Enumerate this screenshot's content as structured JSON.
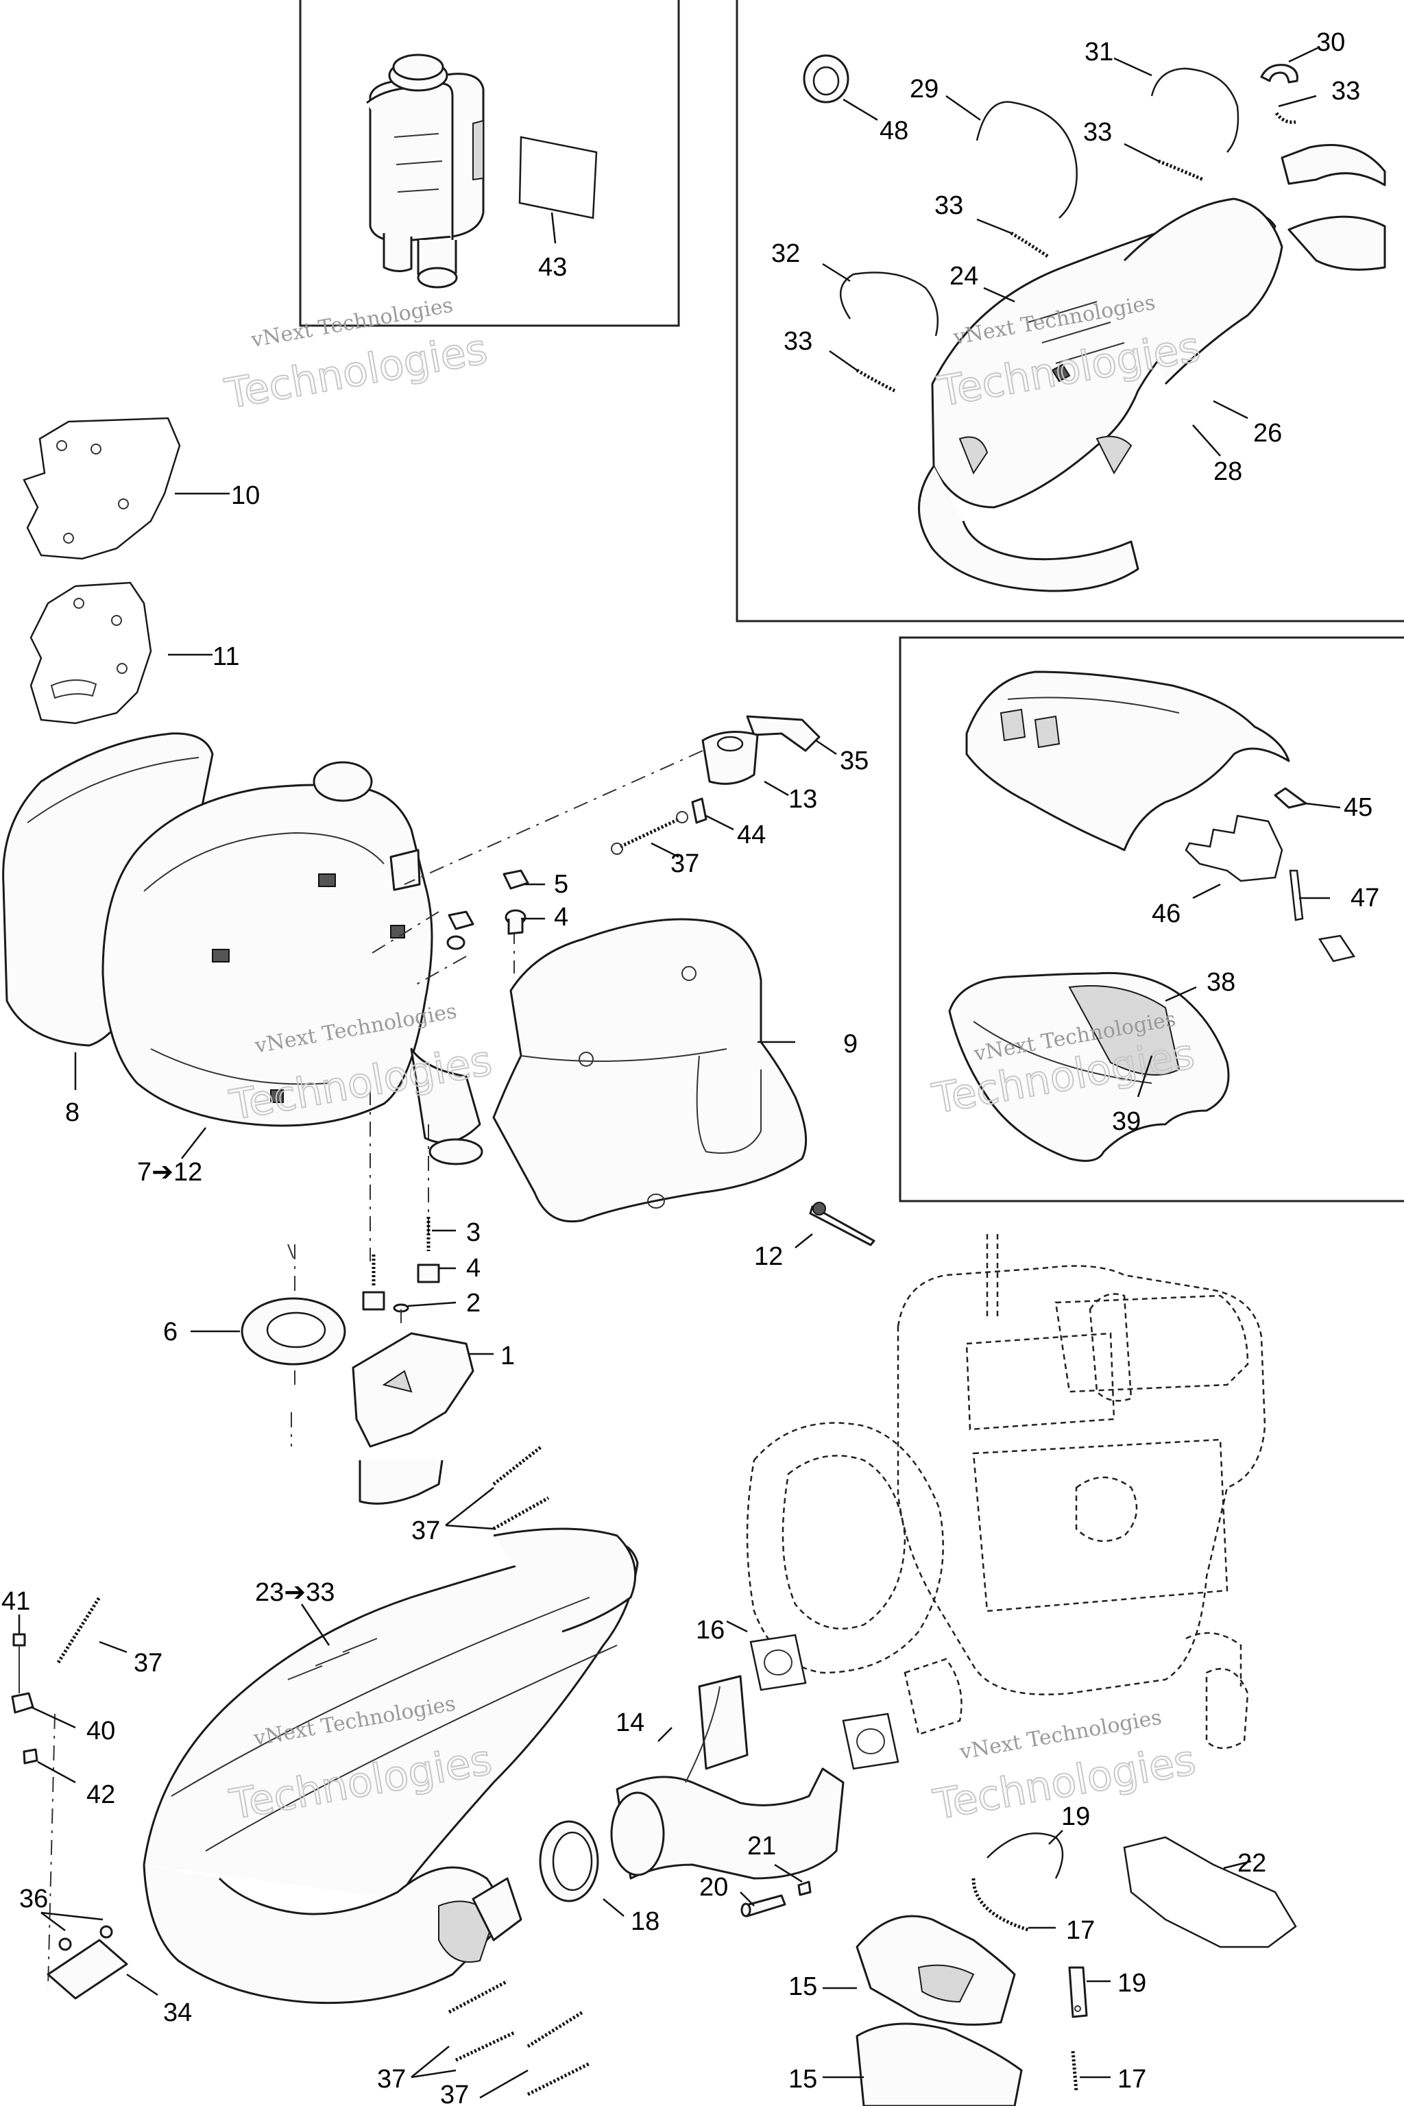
{
  "watermark": {
    "line1": "vNext",
    "line2": "Technologies",
    "full": "vNext Technologies"
  },
  "callouts": {
    "c43": "43",
    "c48": "48",
    "c29": "29",
    "c31": "31",
    "c30": "30",
    "c33a": "33",
    "c33b": "33",
    "c33c": "33",
    "c33d": "33",
    "c32": "32",
    "c24": "24",
    "c26": "26",
    "c28": "28",
    "c10": "10",
    "c11": "11",
    "c35": "35",
    "c13": "13",
    "c44": "44",
    "c37a": "37",
    "c5": "5",
    "c4a": "4",
    "c8": "8",
    "c7to12": "7➔12",
    "c9": "9",
    "c12": "12",
    "c45": "45",
    "c46": "46",
    "c47": "47",
    "c38": "38",
    "c39": "39",
    "c3": "3",
    "c4b": "4",
    "c2": "2",
    "c6": "6",
    "c1": "1",
    "c37b": "37",
    "c41": "41",
    "c37c": "37",
    "c40": "40",
    "c42": "42",
    "c23to33": "23➔33",
    "c16": "16",
    "c14": "14",
    "c19a": "19",
    "c22": "22",
    "c21": "21",
    "c20": "20",
    "c18": "18",
    "c17a": "17",
    "c36": "36",
    "c34": "34",
    "c15a": "15",
    "c19b": "19",
    "c37d": "37",
    "c17b": "17",
    "c15b": "15",
    "c37e": "37"
  }
}
